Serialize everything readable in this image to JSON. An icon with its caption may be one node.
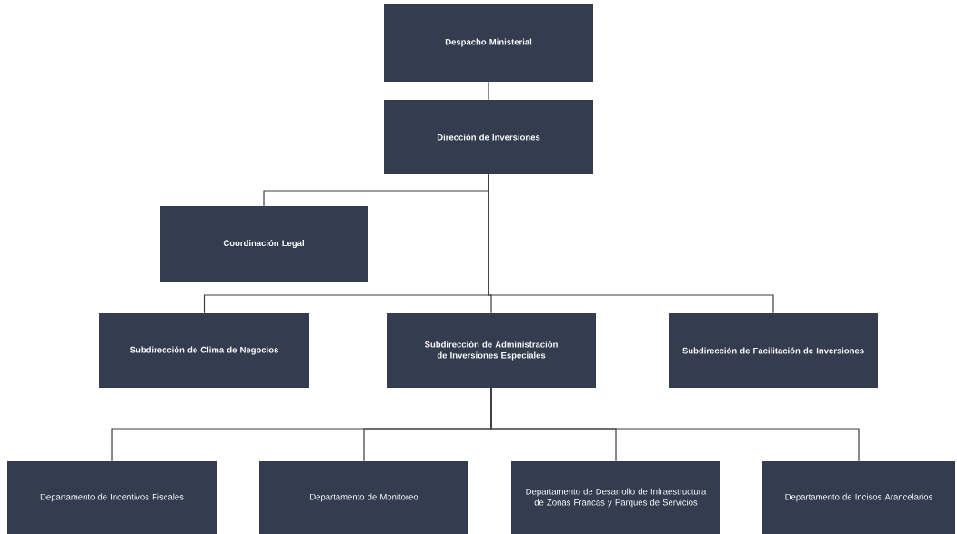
{
  "diagram": {
    "nodes": [
      {
        "text": [
          "Despacho Ministerial"
        ]
      },
      {
        "text": [
          "Dirección de Inversiones"
        ]
      },
      {
        "text": [
          "Coordinación Legal"
        ]
      },
      {
        "text": [
          "Subdirección de Clima de Negocios"
        ]
      },
      {
        "text": [
          "Subdirección de Administración de Inversiones Especiales"
        ]
      },
      {
        "text": [
          "Subdirección de Facilitación de Inversiones"
        ]
      },
      {
        "text": [
          "Departamento de Incentivos Fiscales"
        ]
      },
      {
        "text": [
          "Departamento de Monitoreo"
        ]
      },
      {
        "text": [
          "Departamento de Desarrollo de Infraestructura de Zonas Francas y Parques de Servicios"
        ]
      },
      {
        "text": [
          "Departamento de Incisos Arancelarios"
        ]
      }
    ],
    "edges": [
      {
        "from": 0,
        "to": 1,
        "arrow": "none"
      },
      {
        "from": 1,
        "to": 2,
        "arrow": "none"
      },
      {
        "from": 1,
        "to": 3,
        "arrow": "none"
      },
      {
        "from": 1,
        "to": 4,
        "arrow": "none"
      },
      {
        "from": 1,
        "to": 5,
        "arrow": "none"
      },
      {
        "from": 4,
        "to": 6,
        "arrow": "none"
      },
      {
        "from": 4,
        "to": 7,
        "arrow": "none"
      },
      {
        "from": 4,
        "to": 8,
        "arrow": "none"
      },
      {
        "from": 4,
        "to": 9,
        "arrow": "none"
      }
    ]
  }
}
